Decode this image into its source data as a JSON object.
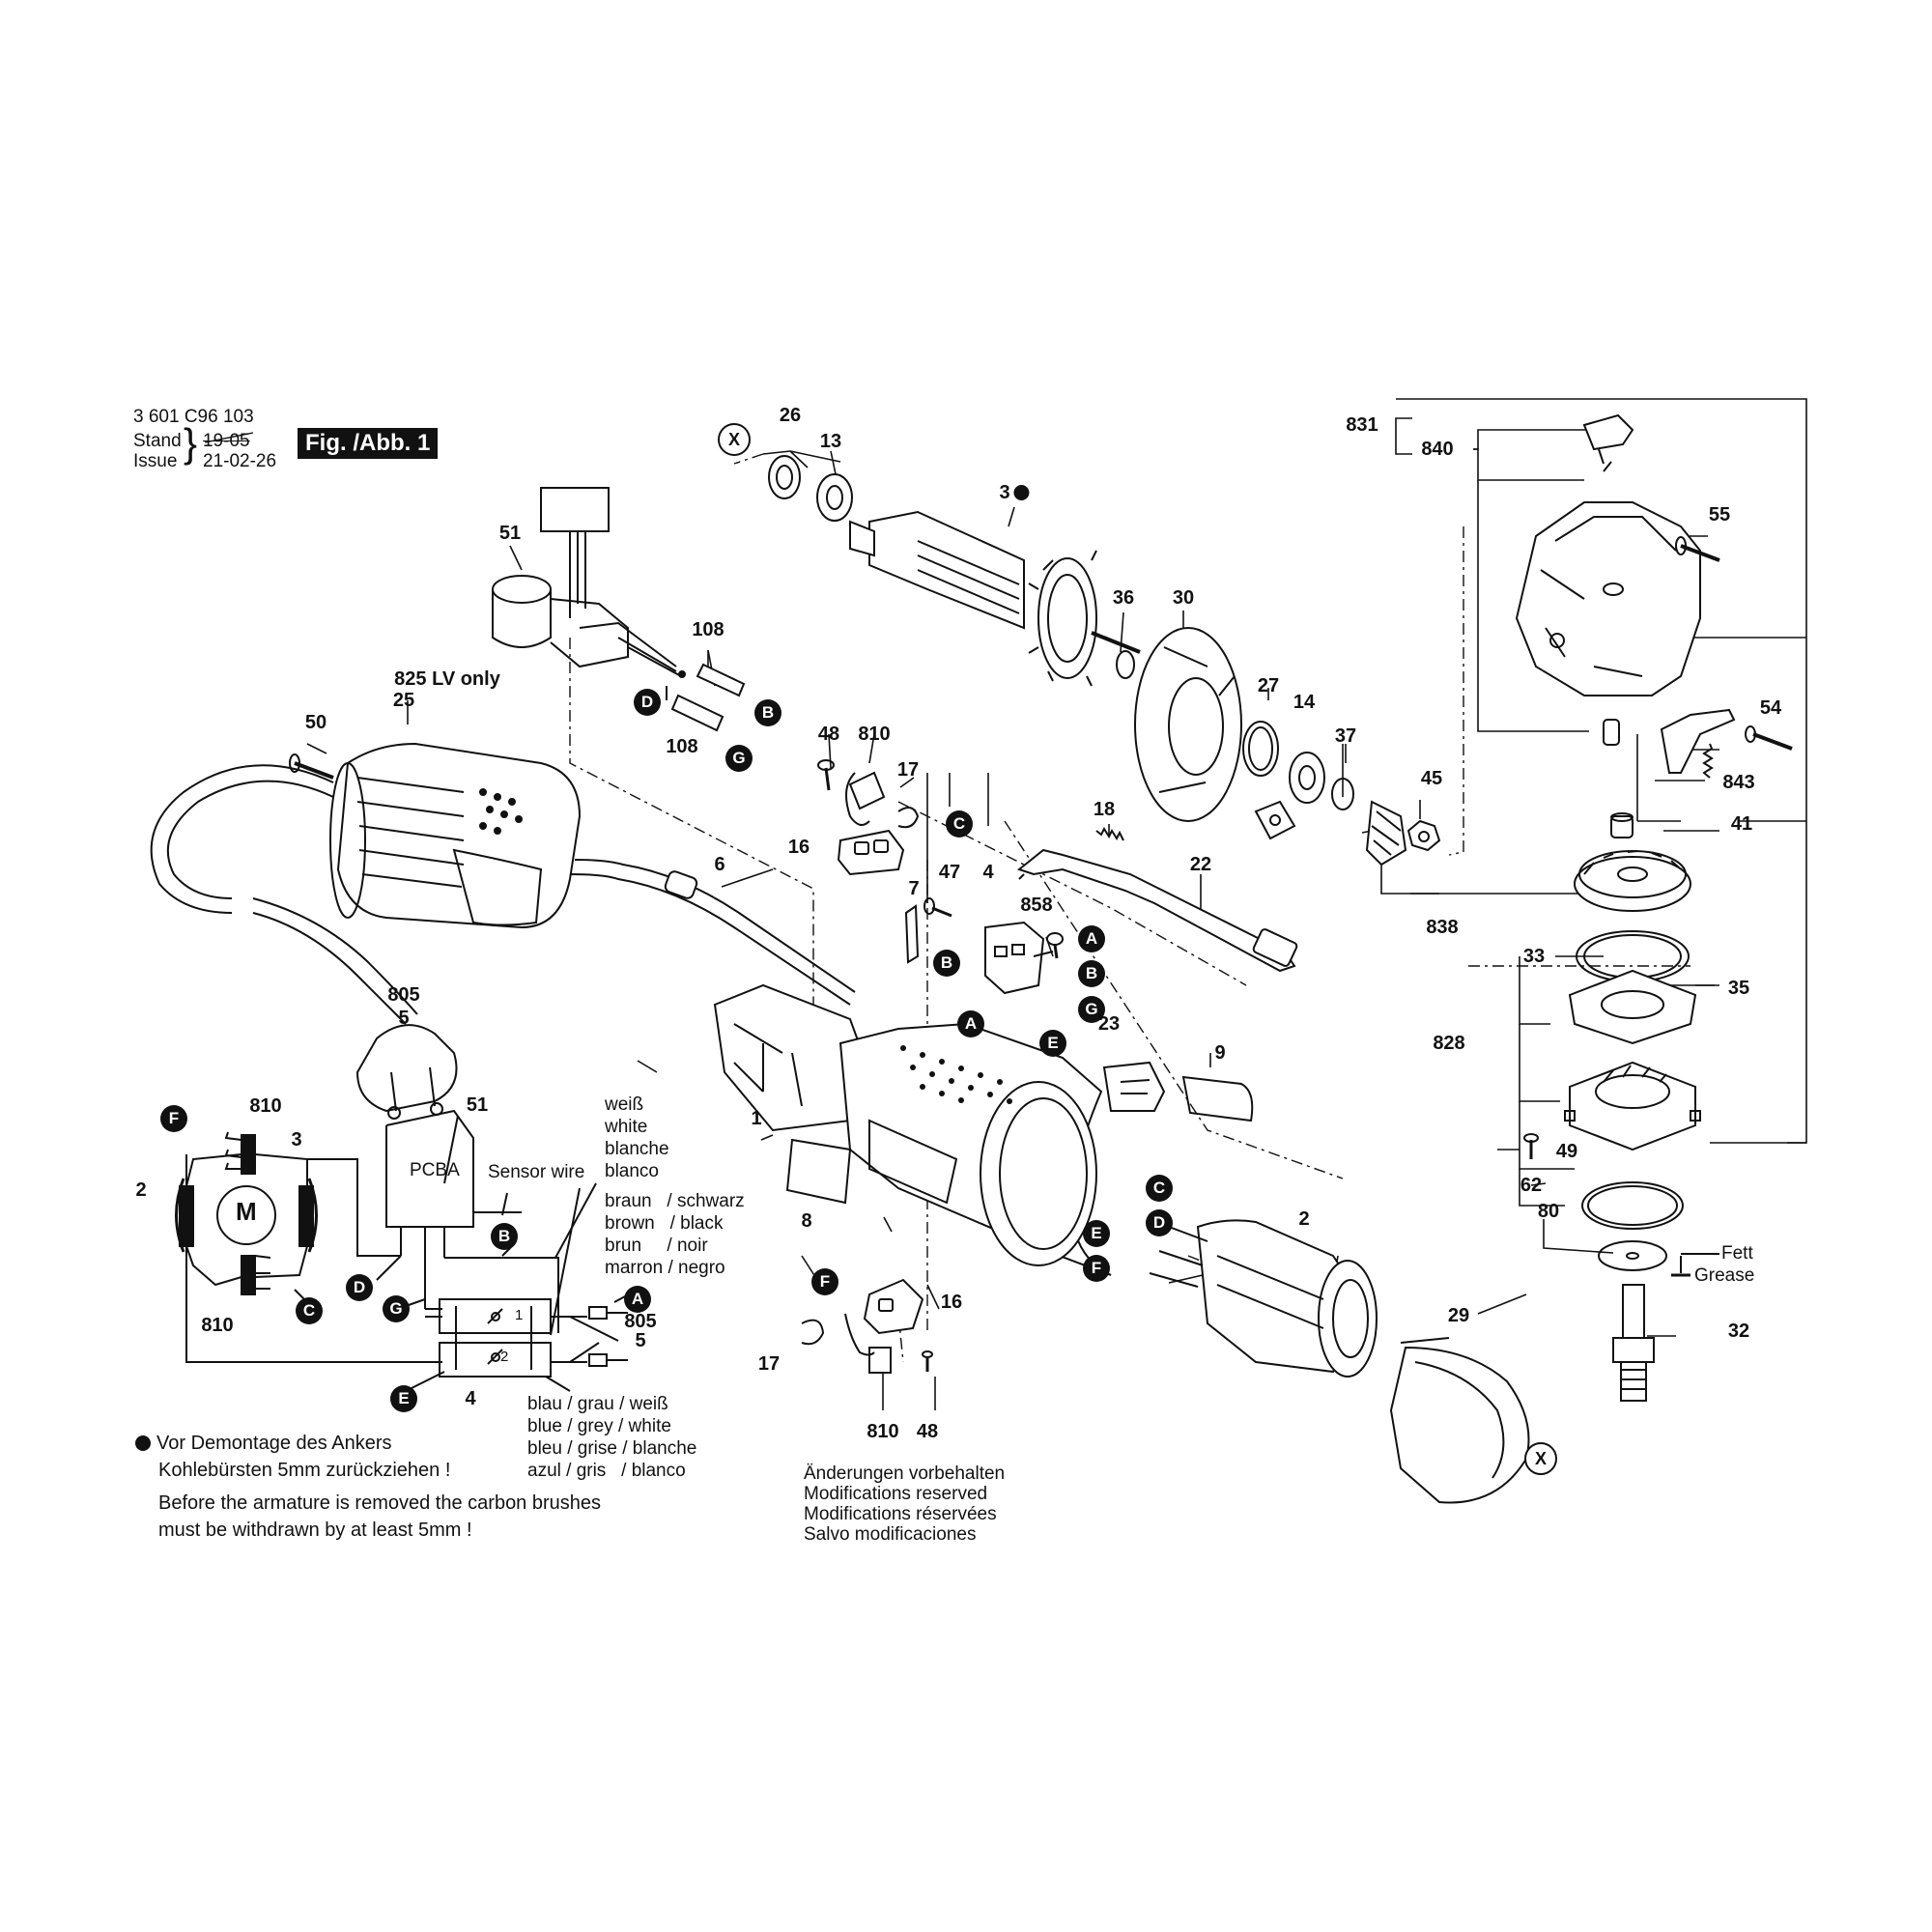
{
  "header": {
    "doc_number": "3 601 C96 103",
    "stand_label": "Stand",
    "issue_label": "Issue",
    "old_date": "19-05",
    "new_date": "21-02-26",
    "figure": "Fig. /Abb. 1"
  },
  "parts": [
    {
      "key": "p26",
      "label": "26"
    },
    {
      "key": "p13",
      "label": "13"
    },
    {
      "key": "p3",
      "label": "3"
    },
    {
      "key": "p36",
      "label": "36"
    },
    {
      "key": "p30",
      "label": "30"
    },
    {
      "key": "p27",
      "label": "27"
    },
    {
      "key": "p14",
      "label": "14"
    },
    {
      "key": "p37",
      "label": "37"
    },
    {
      "key": "p45",
      "label": "45"
    },
    {
      "key": "p51",
      "label": "51"
    },
    {
      "key": "p108a",
      "label": "108"
    },
    {
      "key": "p108b",
      "label": "108"
    },
    {
      "key": "p825",
      "label": "825  LV only"
    },
    {
      "key": "p25",
      "label": "25"
    },
    {
      "key": "p50",
      "label": "50"
    },
    {
      "key": "p48a",
      "label": "48"
    },
    {
      "key": "p810a",
      "label": "810"
    },
    {
      "key": "p17a",
      "label": "17"
    },
    {
      "key": "p16a",
      "label": "16"
    },
    {
      "key": "p18",
      "label": "18"
    },
    {
      "key": "p22",
      "label": "22"
    },
    {
      "key": "p6",
      "label": "6"
    },
    {
      "key": "p7",
      "label": "7"
    },
    {
      "key": "p47",
      "label": "47"
    },
    {
      "key": "p4",
      "label": "4"
    },
    {
      "key": "p858",
      "label": "858"
    },
    {
      "key": "p805",
      "label": "805"
    },
    {
      "key": "p5",
      "label": "5"
    },
    {
      "key": "p23",
      "label": "23"
    },
    {
      "key": "p9",
      "label": "9"
    },
    {
      "key": "p1",
      "label": "1"
    },
    {
      "key": "p8",
      "label": "8"
    },
    {
      "key": "p2",
      "label": "2"
    },
    {
      "key": "p16b",
      "label": "16"
    },
    {
      "key": "p17b",
      "label": "17"
    },
    {
      "key": "p810b",
      "label": "810"
    },
    {
      "key": "p48b",
      "label": "48"
    },
    {
      "key": "p29",
      "label": "29"
    },
    {
      "key": "p831",
      "label": "831"
    },
    {
      "key": "p840",
      "label": "840"
    },
    {
      "key": "p55",
      "label": "55"
    },
    {
      "key": "p54",
      "label": "54"
    },
    {
      "key": "p843",
      "label": "843"
    },
    {
      "key": "p41",
      "label": "41"
    },
    {
      "key": "p838",
      "label": "838"
    },
    {
      "key": "p33",
      "label": "33"
    },
    {
      "key": "p35",
      "label": "35"
    },
    {
      "key": "p828",
      "label": "828"
    },
    {
      "key": "p49",
      "label": "49"
    },
    {
      "key": "p62",
      "label": "62"
    },
    {
      "key": "p80",
      "label": "80"
    },
    {
      "key": "p32",
      "label": "32"
    },
    {
      "key": "w810a",
      "label": "810"
    },
    {
      "key": "w3",
      "label": "3"
    },
    {
      "key": "w2",
      "label": "2"
    },
    {
      "key": "w810b",
      "label": "810"
    },
    {
      "key": "w51",
      "label": "51"
    },
    {
      "key": "w4",
      "label": "4"
    },
    {
      "key": "w805",
      "label": "805"
    },
    {
      "key": "w5",
      "label": "5"
    }
  ],
  "markers": [
    {
      "key": "mX1",
      "label": "X"
    },
    {
      "key": "mX2",
      "label": "X"
    },
    {
      "key": "mD1",
      "label": "D"
    },
    {
      "key": "mB1",
      "label": "B"
    },
    {
      "key": "mG1",
      "label": "G"
    },
    {
      "key": "mC1",
      "label": "C"
    },
    {
      "key": "mA1",
      "label": "A"
    },
    {
      "key": "mB2",
      "label": "B"
    },
    {
      "key": "mB3",
      "label": "B"
    },
    {
      "key": "mA2",
      "label": "A"
    },
    {
      "key": "mG2",
      "label": "G"
    },
    {
      "key": "mE1",
      "label": "E"
    },
    {
      "key": "mC2",
      "label": "C"
    },
    {
      "key": "mD2",
      "label": "D"
    },
    {
      "key": "mE2",
      "label": "E"
    },
    {
      "key": "mF2",
      "label": "F"
    },
    {
      "key": "mF3",
      "label": "F"
    },
    {
      "key": "mF1",
      "label": "F"
    },
    {
      "key": "mC3",
      "label": "C"
    },
    {
      "key": "mD3",
      "label": "D"
    },
    {
      "key": "mB4",
      "label": "B"
    },
    {
      "key": "mG3",
      "label": "G"
    },
    {
      "key": "mA3",
      "label": "A"
    },
    {
      "key": "mE3",
      "label": "E"
    }
  ],
  "wiring": {
    "motor": "M",
    "pcba": "PCBA",
    "sensor_wire": "Sensor wire",
    "switch_pin_1": "1",
    "switch_pin_2": "2",
    "color_white": [
      "weiß",
      "white",
      "blanche",
      "blanco"
    ],
    "color_brown_black": [
      "braun   / schwarz",
      "brown   / black",
      "brun     / noir",
      "marron / negro"
    ],
    "color_blue_grey_white": [
      "blau / grau / weiß",
      "blue / grey / white",
      "bleu / grise / blanche",
      "azul / gris   / blanco"
    ]
  },
  "notes": {
    "disassembly_de_1": "Vor Demontage des Ankers",
    "disassembly_de_2": "Kohlebürsten 5mm zurückziehen !",
    "disassembly_en_1": "Before the armature is removed the carbon brushes",
    "disassembly_en_2": "must be withdrawn by at least 5mm !",
    "changes": [
      "Änderungen vorbehalten",
      "Modifications reserved",
      "Modifications réservées",
      "Salvo modificaciones"
    ],
    "grease": [
      "Fett",
      "Grease"
    ]
  }
}
